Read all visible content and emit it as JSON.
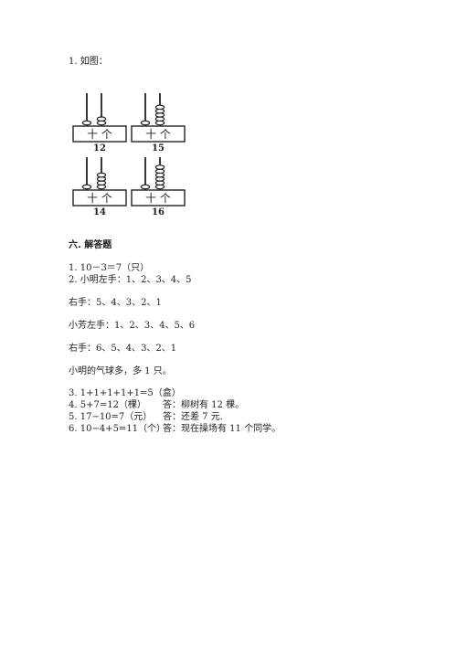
{
  "q1_label": "1. 如图：",
  "abacus": [
    {
      "number": "12",
      "tens": 1,
      "ones": 2,
      "place_labels": "十 个"
    },
    {
      "number": "15",
      "tens": 1,
      "ones": 5,
      "place_labels": "十 个"
    },
    {
      "number": "14",
      "tens": 1,
      "ones": 4,
      "place_labels": "十 个"
    },
    {
      "number": "16",
      "tens": 1,
      "ones": 6,
      "place_labels": "十 个"
    }
  ],
  "section_title": "六. 解答题",
  "lines": {
    "a1": "1. 10－3＝7（只）",
    "a2": "2. 小明左手：1、2、3、4、5",
    "a2b": "右手：5、4、3、2、1",
    "a2c": "小芳左手：1、2、3、4、5、6",
    "a2d": "右手：6、5、4、3、2、1",
    "a2e": "小明的气球多，多 1 只。",
    "a3": "3. 1+1+1+1+1=5（盒）",
    "a4": "4. 5+7=12（棵）",
    "a4ans": "答：柳树有 12 棵。",
    "a5": "5. 17−10=7（元）",
    "a5ans": "答：还差 7 元.",
    "a6": "6. 10−4+5=11（个）",
    "a6ans": "答：现在操场有 11 个同学。"
  }
}
